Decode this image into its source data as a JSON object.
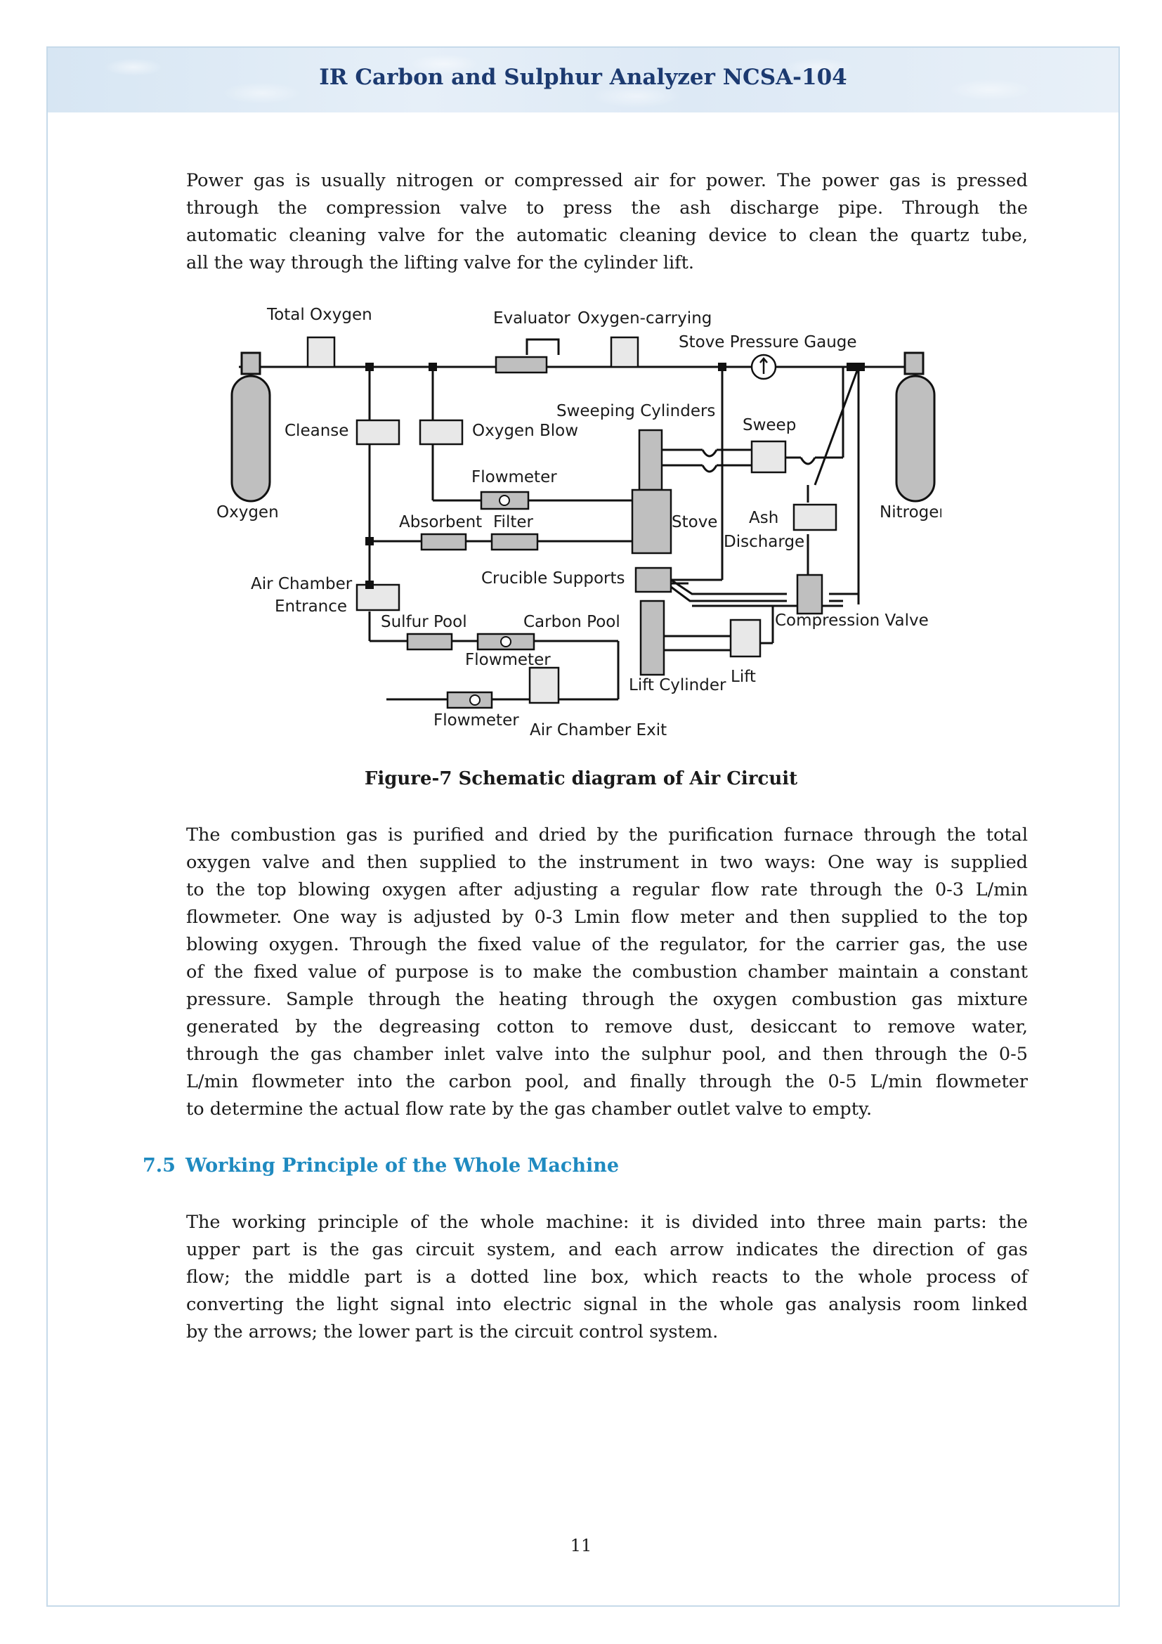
{
  "header": {
    "title": "IR Carbon and Sulphur Analyzer NCSA-104"
  },
  "paragraph1": {
    "lines": [
      "Power gas is usually nitrogen or compressed air for power. The power gas is pressed",
      "through the compression valve to press the ash discharge pipe. Through the",
      "automatic cleaning valve for the automatic cleaning device to clean the quartz tube,",
      "all the way through the lifting valve for the cylinder lift."
    ]
  },
  "diagram": {
    "labels": {
      "total_oxygen": "Total Oxygen",
      "evaluator": "Evaluator",
      "oxygen_carrying": "Oxygen-carrying",
      "stove_pressure_gauge": "Stove Pressure Gauge",
      "sweeping_cylinders": "Sweeping Cylinders",
      "sweep": "Sweep",
      "cleanse": "Cleanse",
      "oxygen_blow": "Oxygen Blow",
      "flowmeter_top": "Flowmeter",
      "oxygen": "Oxygen",
      "nitrogen": "Nitrogen",
      "absorbent": "Absorbent",
      "filter": "Filter",
      "stove": "Stove",
      "ash": "Ash",
      "discharge": "Discharge",
      "air_chamber": "Air Chamber",
      "entrance": "Entrance",
      "crucible_supports": "Crucible Supports",
      "sulfur_pool": "Sulfur Pool",
      "carbon_pool": "Carbon Pool",
      "compression_valve": "Compression Valve",
      "flowmeter_mid": "Flowmeter",
      "lift": "Lift",
      "lift_cylinder": "Lift Cylinder",
      "flowmeter_bottom": "Flowmeter",
      "air_chamber_exit": "Air Chamber Exit"
    }
  },
  "figure_caption": "Figure-7 Schematic diagram of Air Circuit",
  "paragraph2": {
    "lines": [
      "The combustion gas is purified and dried by the purification furnace through the total",
      "oxygen valve and then supplied to the instrument in two ways: One way is supplied",
      "to the top blowing oxygen after adjusting a regular flow rate through the 0-3 L/min",
      "flowmeter. One way is adjusted by 0-3 Lmin flow meter and then supplied to the top",
      "blowing oxygen. Through the fixed value of the regulator, for the carrier gas, the use",
      "of the fixed value of purpose is to make the combustion chamber maintain a constant",
      "pressure. Sample through the heating through the oxygen combustion gas mixture",
      "generated by the degreasing cotton to remove dust, desiccant to remove water,",
      "through the gas chamber inlet valve into the sulphur pool, and then through the 0-5",
      "L/min flowmeter into the carbon pool, and finally through the 0-5 L/min flowmeter",
      "to determine the actual flow rate by the gas chamber outlet valve to empty."
    ]
  },
  "section": {
    "number": "7.5",
    "title": "Working Principle of the Whole Machine"
  },
  "paragraph3": {
    "lines": [
      "The working principle of the whole machine: it is divided into three main parts: the",
      "upper part is the gas circuit system, and each arrow indicates the direction of gas",
      "flow; the middle part is a dotted line box, which reacts to the whole process of",
      "converting the light signal into electric signal in the whole gas analysis room linked",
      "by the arrows; the lower part is the circuit control system."
    ]
  },
  "footer": {
    "page_number": "11"
  }
}
